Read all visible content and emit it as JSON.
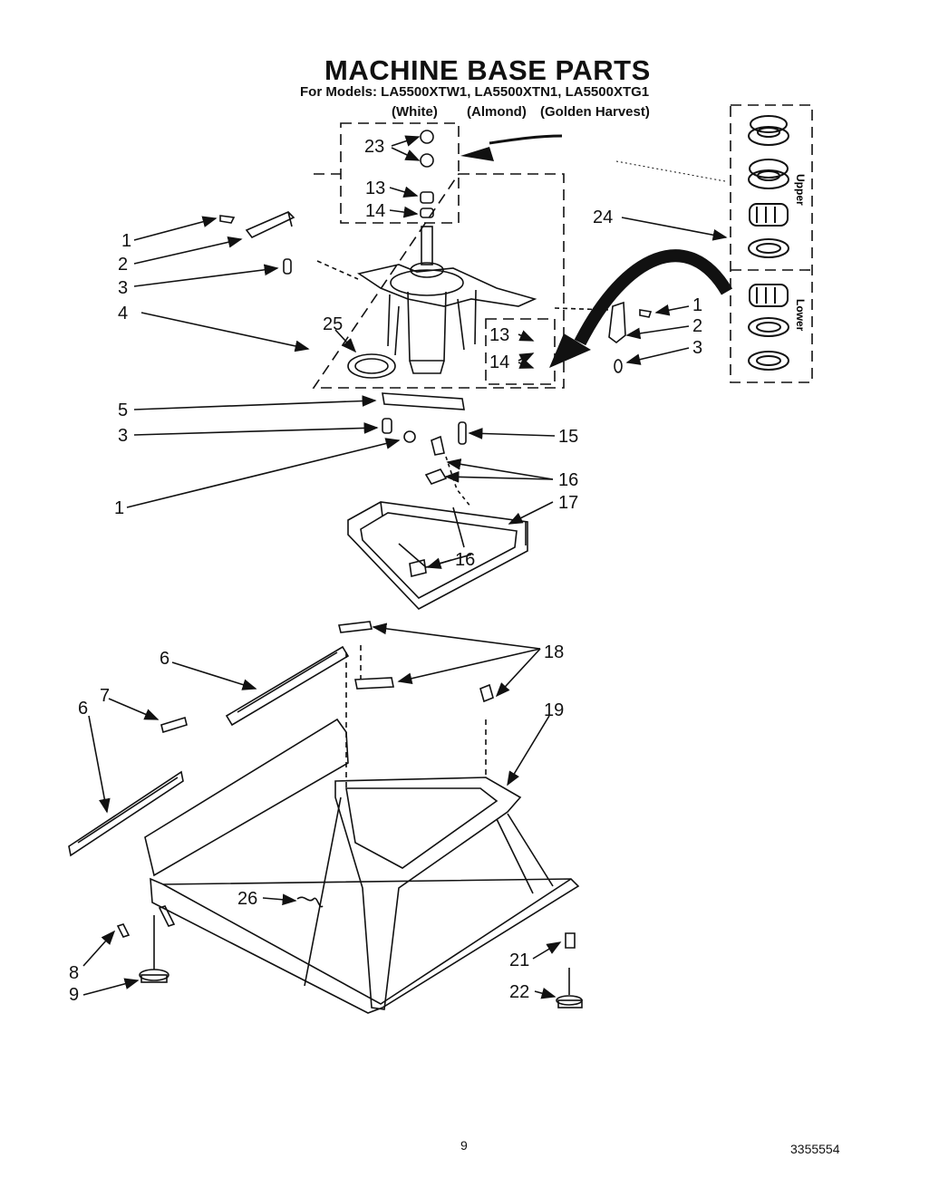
{
  "title": "MACHINE BASE PARTS",
  "models": "For Models: LA5500XTW1, LA5500XTN1, LA5500XTG1",
  "colors": [
    "(White)",
    "(Almond)",
    "(Golden Harvest)"
  ],
  "inset": {
    "upper_label": "Upper",
    "lower_label": "Lower"
  },
  "callouts": [
    {
      "id": "c23",
      "text": "23"
    },
    {
      "id": "c13a",
      "text": "13"
    },
    {
      "id": "c14a",
      "text": "14"
    },
    {
      "id": "c24",
      "text": "24"
    },
    {
      "id": "c1a",
      "text": "1"
    },
    {
      "id": "c2a",
      "text": "2"
    },
    {
      "id": "c3a",
      "text": "3"
    },
    {
      "id": "c4",
      "text": "4"
    },
    {
      "id": "c25",
      "text": "25"
    },
    {
      "id": "c13b",
      "text": "13"
    },
    {
      "id": "c14b",
      "text": "14"
    },
    {
      "id": "c1b",
      "text": "1"
    },
    {
      "id": "c2b",
      "text": "2"
    },
    {
      "id": "c3b",
      "text": "3"
    },
    {
      "id": "c5",
      "text": "5"
    },
    {
      "id": "c3c",
      "text": "3"
    },
    {
      "id": "c15",
      "text": "15"
    },
    {
      "id": "c1c",
      "text": "1"
    },
    {
      "id": "c16a",
      "text": "16"
    },
    {
      "id": "c17",
      "text": "17"
    },
    {
      "id": "c16b",
      "text": "16"
    },
    {
      "id": "c6a",
      "text": "6"
    },
    {
      "id": "c18",
      "text": "18"
    },
    {
      "id": "c7",
      "text": "7"
    },
    {
      "id": "c6b",
      "text": "6"
    },
    {
      "id": "c19",
      "text": "19"
    },
    {
      "id": "c26",
      "text": "26"
    },
    {
      "id": "c8",
      "text": "8"
    },
    {
      "id": "c9",
      "text": "9"
    },
    {
      "id": "c21",
      "text": "21"
    },
    {
      "id": "c22",
      "text": "22"
    }
  ],
  "page_number": "9",
  "doc_number": "3355554"
}
